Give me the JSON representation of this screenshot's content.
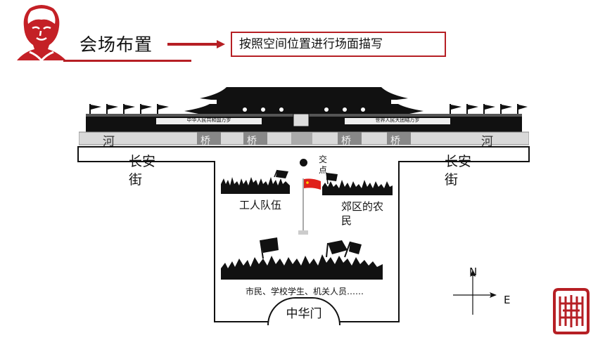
{
  "header": {
    "title": "会场布置",
    "callout": "按照空间位置进行场面描写",
    "accent_color": "#b61f24"
  },
  "gate": {
    "banner_left": "中华人民共和国万岁",
    "banner_right": "世界人民大团结万岁",
    "river_left": "河",
    "river_right": "河",
    "bridges": [
      "桥",
      "桥",
      "桥",
      "桥"
    ],
    "fill_color": "#111111"
  },
  "map": {
    "avenue_left": "长安街",
    "avenue_right": "长安街",
    "intersection": "交点",
    "workers": "工人队伍",
    "farmers": "郊区的农民",
    "citizens": "市民、学校学生、机关人员……",
    "south_gate": "中华门",
    "flag_color": "#e0201b"
  },
  "compass": {
    "north": "N",
    "east": "E"
  },
  "icons": [
    "portrait-logo-icon",
    "red-arrow-icon",
    "flag-icon",
    "crowd-icon",
    "compass-icon",
    "seal-logo-icon"
  ]
}
